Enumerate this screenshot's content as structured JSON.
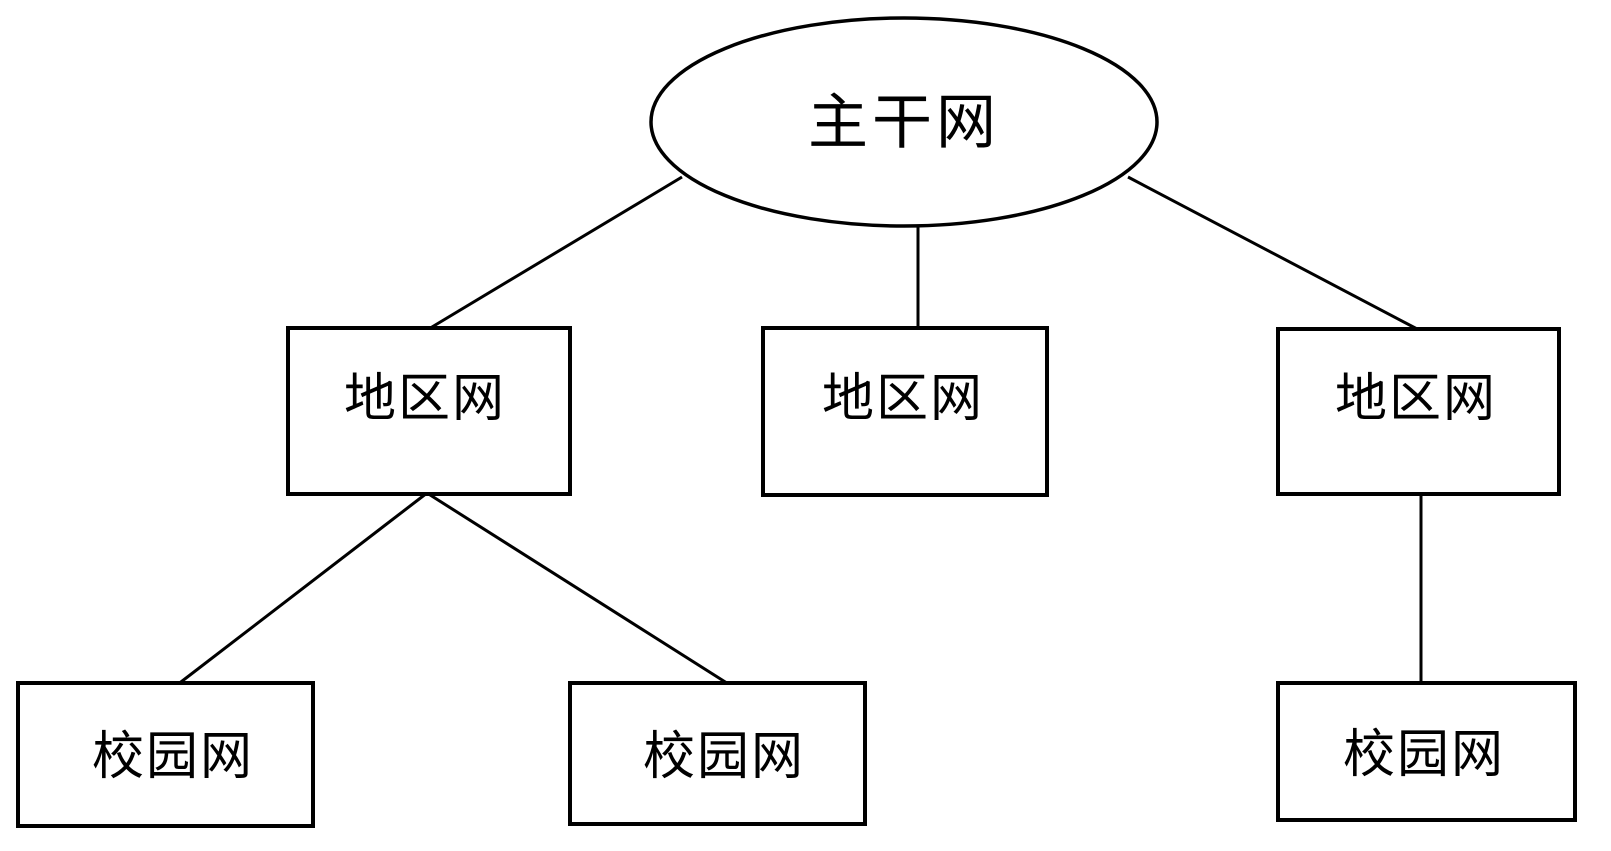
{
  "diagram": {
    "title": "network-hierarchy-diagram",
    "background_color": "#ffffff",
    "stroke_color": "#000000",
    "nodes": {
      "backbone": {
        "label": "主干网",
        "shape": "ellipse",
        "level": "top"
      },
      "region_left": {
        "label": "地区网",
        "shape": "rect",
        "level": "middle"
      },
      "region_center": {
        "label": "地区网",
        "shape": "rect",
        "level": "middle"
      },
      "region_right": {
        "label": "地区网",
        "shape": "rect",
        "level": "middle"
      },
      "campus_left": {
        "label": "校园网",
        "shape": "rect",
        "level": "bottom"
      },
      "campus_center": {
        "label": "校园网",
        "shape": "rect",
        "level": "bottom"
      },
      "campus_right": {
        "label": "校园网",
        "shape": "rect",
        "level": "bottom"
      }
    },
    "edges": [
      {
        "from": "backbone",
        "to": "region_left"
      },
      {
        "from": "backbone",
        "to": "region_center"
      },
      {
        "from": "backbone",
        "to": "region_right"
      },
      {
        "from": "region_left",
        "to": "campus_left"
      },
      {
        "from": "region_left",
        "to": "campus_center"
      },
      {
        "from": "region_right",
        "to": "campus_right"
      }
    ]
  }
}
